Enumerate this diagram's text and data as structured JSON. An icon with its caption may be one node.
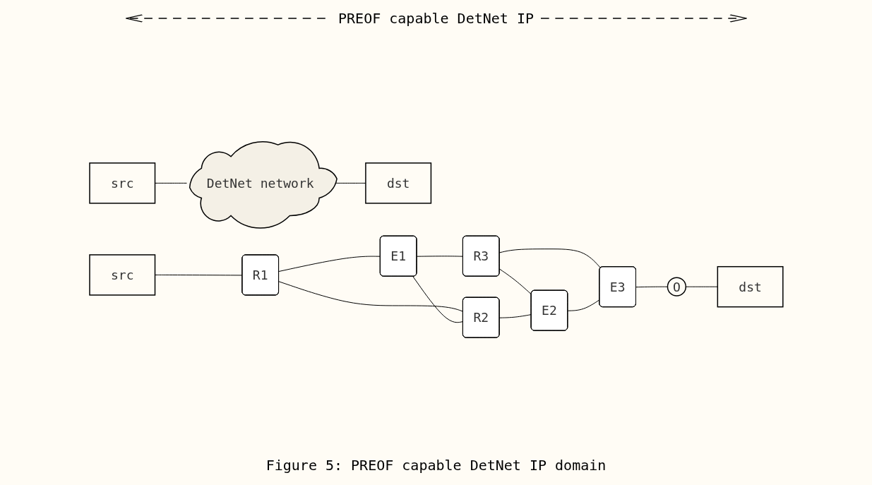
{
  "diagram": {
    "caption": "Figure 5: PREOF capable DetNet IP domain",
    "nodes": [
      {
        "text": [
          "src"
        ]
      },
      {
        "text": [
          "DetNet network"
        ]
      },
      {
        "text": [
          "dst"
        ]
      },
      {
        "text": [
          "src"
        ]
      },
      {
        "text": [
          "R1"
        ]
      },
      {
        "text": [
          "E1"
        ]
      },
      {
        "text": [
          "R2"
        ]
      },
      {
        "text": [
          "R3"
        ]
      },
      {
        "text": [
          "E2"
        ]
      },
      {
        "text": [
          "E3"
        ]
      },
      {
        "text": [
          "O"
        ]
      },
      {
        "text": [
          "dst"
        ]
      }
    ],
    "edges": [
      {
        "from": 0,
        "to": 1,
        "arrow": "none"
      },
      {
        "from": 1,
        "to": 2,
        "arrow": "none"
      },
      {
        "from": 3,
        "to": 4,
        "arrow": "none"
      },
      {
        "from": 4,
        "to": 5,
        "arrow": "none"
      },
      {
        "from": 4,
        "to": 6,
        "arrow": "none"
      },
      {
        "from": 5,
        "to": 6,
        "arrow": "none"
      },
      {
        "from": 5,
        "to": 7,
        "arrow": "none"
      },
      {
        "from": 7,
        "to": 9,
        "arrow": "none"
      },
      {
        "from": 7,
        "to": 8,
        "arrow": "none"
      },
      {
        "from": 6,
        "to": 8,
        "arrow": "none"
      },
      {
        "from": 8,
        "to": 9,
        "arrow": "none"
      },
      {
        "from": 9,
        "to": 10,
        "arrow": "none"
      },
      {
        "from": 10,
        "to": 11,
        "arrow": "none"
      }
    ],
    "labels": [
      "PREOF capable DetNet IP"
    ]
  }
}
